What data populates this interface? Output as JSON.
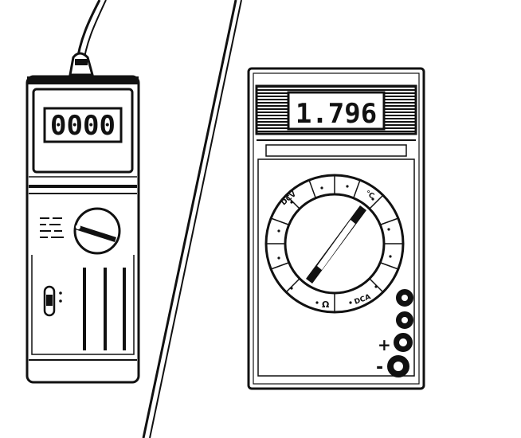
{
  "left_meter": {
    "display_value": "0000"
  },
  "right_meter": {
    "display_value": "1.796",
    "dial_labels": {
      "dcv": "DCV",
      "temp": "°C",
      "ohm": "Ω",
      "dca": "DCA"
    },
    "jack_labels": {
      "plus": "+",
      "minus": "-"
    }
  },
  "colors": {
    "ink": "#111111",
    "paper": "#ffffff"
  }
}
